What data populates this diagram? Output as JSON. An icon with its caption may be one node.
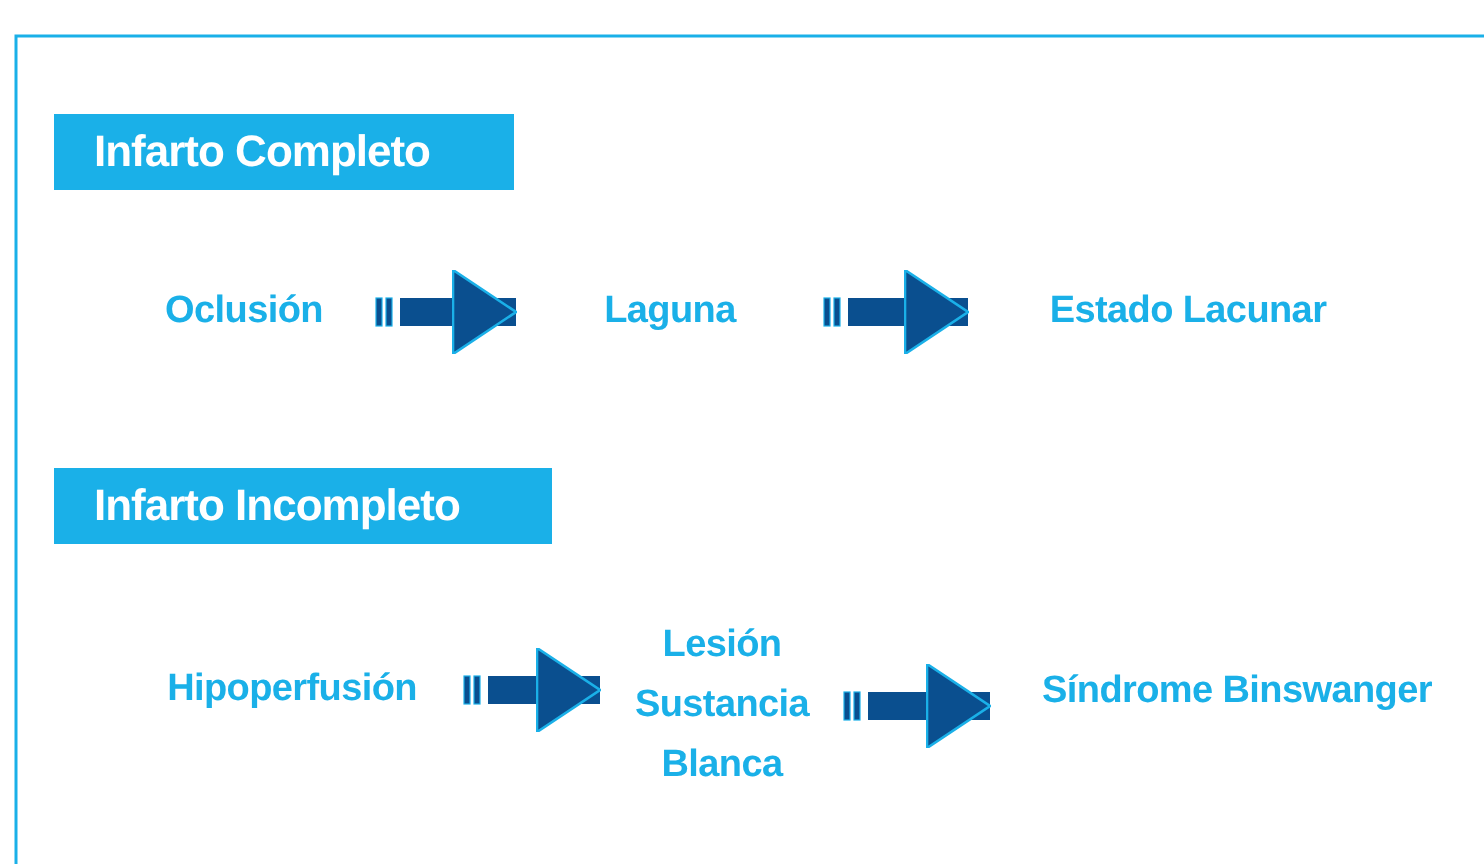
{
  "diagram": {
    "nodes": [
      {
        "text": [
          "Infarto Completo"
        ]
      },
      {
        "text": [
          "Oclusión"
        ]
      },
      {
        "text": [
          "Laguna"
        ]
      },
      {
        "text": [
          "Estado Lacunar"
        ]
      },
      {
        "text": [
          "Infarto Incompleto"
        ]
      },
      {
        "text": [
          "Hipoperfusión"
        ]
      },
      {
        "text": [
          "Lesión Sustancia Blanca"
        ]
      },
      {
        "text": [
          "Síndrome Binswanger"
        ]
      }
    ],
    "edges": [
      {
        "from": 1,
        "to": 2,
        "arrow": "to"
      },
      {
        "from": 2,
        "to": 3,
        "arrow": "to"
      },
      {
        "from": 5,
        "to": 6,
        "arrow": "to"
      },
      {
        "from": 6,
        "to": 7,
        "arrow": "to"
      }
    ]
  }
}
